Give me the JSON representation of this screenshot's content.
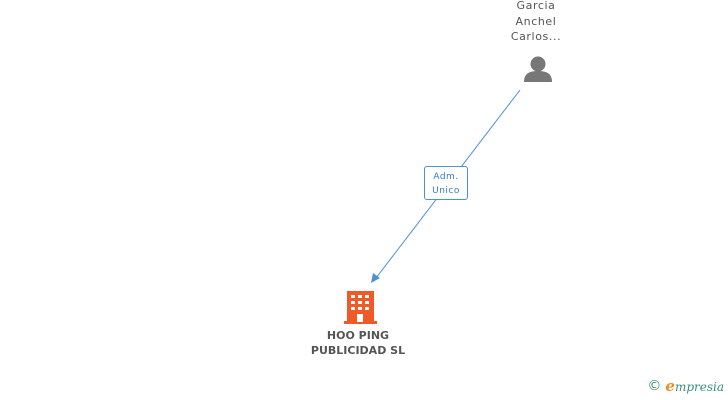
{
  "nodes": {
    "person": {
      "name_lines": [
        "Garcia",
        "Anchel",
        "Carlos..."
      ],
      "icon": "person-icon",
      "color": "#777777"
    },
    "company": {
      "name_lines": [
        "HOO PING",
        "PUBLICIDAD SL"
      ],
      "icon": "building-icon",
      "color": "#f05a28"
    }
  },
  "relation": {
    "label_lines": [
      "Adm.",
      "Unico"
    ],
    "color": "#4d90d6"
  },
  "brand": {
    "copyright": "©",
    "initial": "e",
    "name_rest": "mpresia",
    "color": "#3a8f7a",
    "accent": "#f08a24"
  }
}
